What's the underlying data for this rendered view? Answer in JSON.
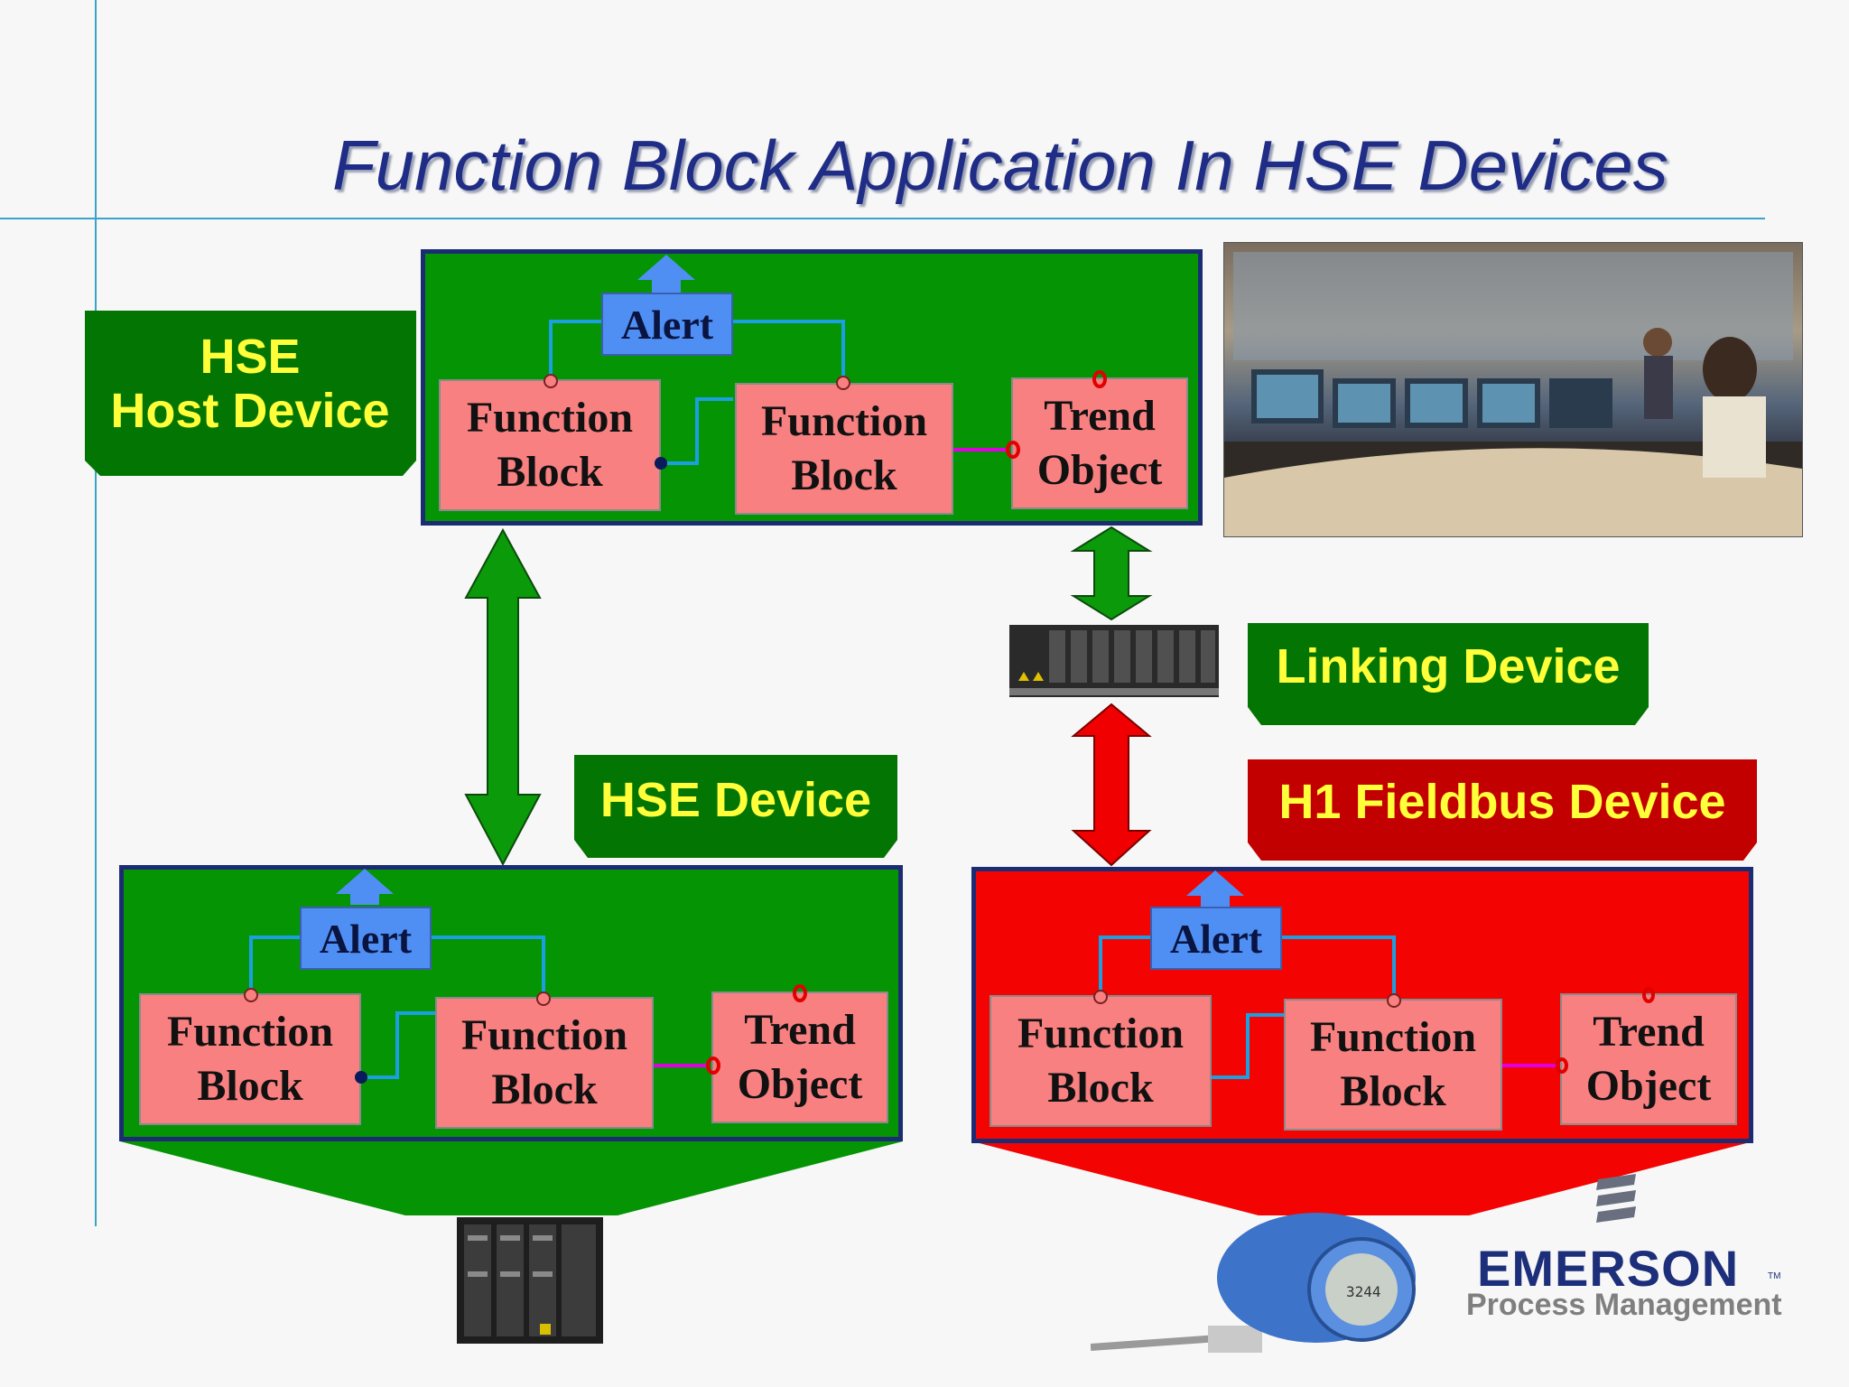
{
  "title": "Function Block Application In HSE Devices",
  "labels": {
    "host": [
      "HSE",
      "Host Device"
    ],
    "hse_device": "HSE Device",
    "linking_device": "Linking Device",
    "h1_device": "H1 Fieldbus Device"
  },
  "blocks": {
    "alert": "Alert",
    "function_block": [
      "Function",
      "Block"
    ],
    "trend_object": [
      "Trend",
      "Object"
    ]
  },
  "logo": {
    "name": "EMERSON",
    "tm": "TM",
    "subtitle": "Process Management"
  },
  "colors": {
    "green_panel": "#049404",
    "red_panel": "#f40303",
    "block_fill": "#f88080",
    "alert_fill": "#4f8ff3",
    "title": "#1f2d86"
  }
}
